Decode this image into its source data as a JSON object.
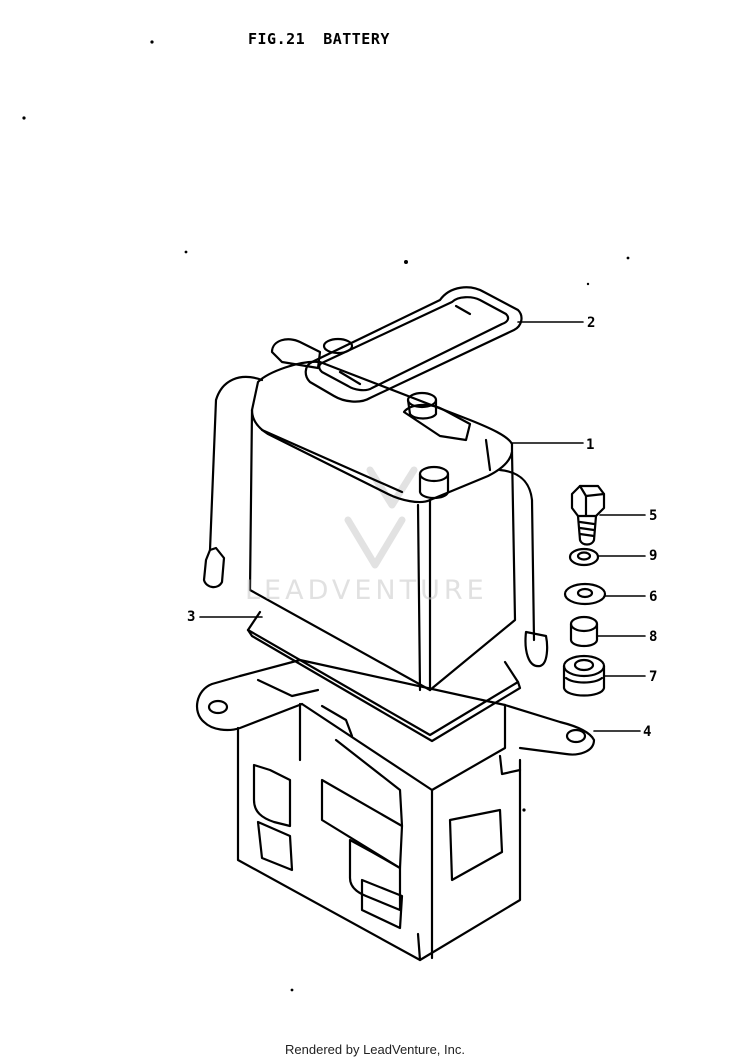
{
  "header": {
    "fig_number": "FIG.21",
    "fig_title": "BATTERY"
  },
  "callouts": [
    "1",
    "2",
    "3",
    "4",
    "5",
    "6",
    "7",
    "8",
    "9"
  ],
  "watermark": {
    "text": "LEADVENTURE"
  },
  "footer": {
    "text": "Rendered by LeadVenture, Inc."
  }
}
